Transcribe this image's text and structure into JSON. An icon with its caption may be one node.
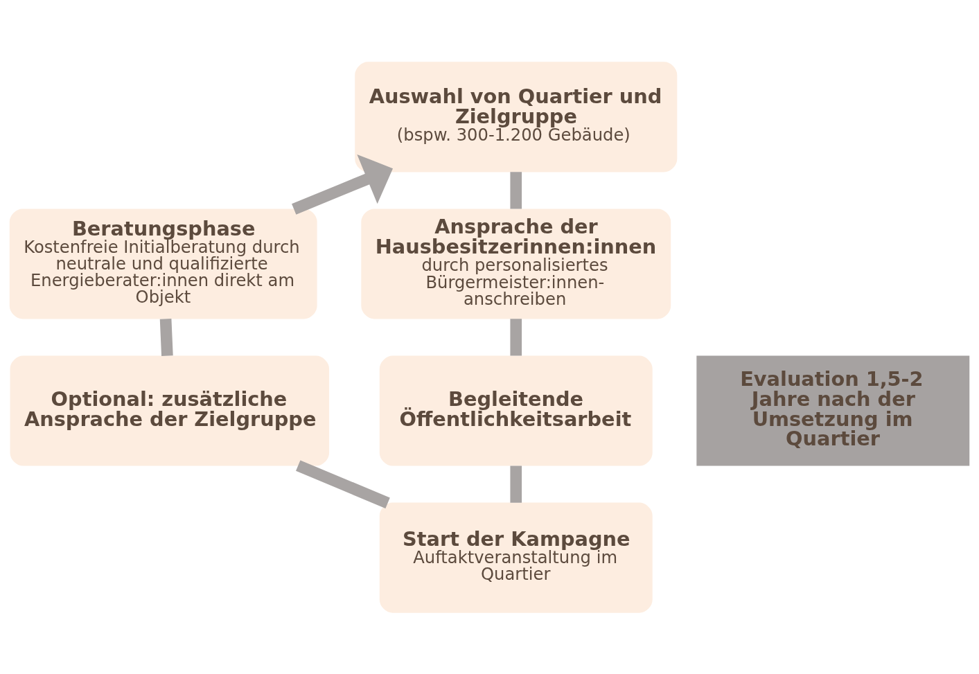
{
  "diagram": {
    "nodes": [
      {
        "text": [
          "Auswahl von Quartier und Zielgruppe",
          "(bspw. 300-1.200 Gebäude)"
        ]
      },
      {
        "text": [
          "Beratungsphase",
          "Kostenfreie Initialberatung durch neutrale und qualifizierte Energieberater:innen direkt am Objekt"
        ]
      },
      {
        "text": [
          "Ansprache der Hausbesitzerinnen:innen",
          "durch personalisiertes Bürgermeister:innen-anschreiben"
        ]
      },
      {
        "text": [
          "Evaluation 1,5-2 Jahre nach der Umsetzung im Quartier"
        ]
      },
      {
        "text": [
          "Optional: zusätzliche Ansprache der Zielgruppe"
        ]
      },
      {
        "text": [
          "Begleitende Öffentlichkeitsarbeit"
        ]
      },
      {
        "text": [
          "Start der Kampagne",
          "Auftaktveranstaltung im Quartier"
        ]
      }
    ],
    "edges": [
      {
        "from": 0,
        "to": 2,
        "arrow": "none"
      },
      {
        "from": 2,
        "to": 5,
        "arrow": "none"
      },
      {
        "from": 5,
        "to": 6,
        "arrow": "none"
      },
      {
        "from": 6,
        "to": 4,
        "arrow": "none"
      },
      {
        "from": 4,
        "to": 1,
        "arrow": "none"
      },
      {
        "from": 1,
        "to": 0,
        "arrow": "to"
      }
    ]
  }
}
